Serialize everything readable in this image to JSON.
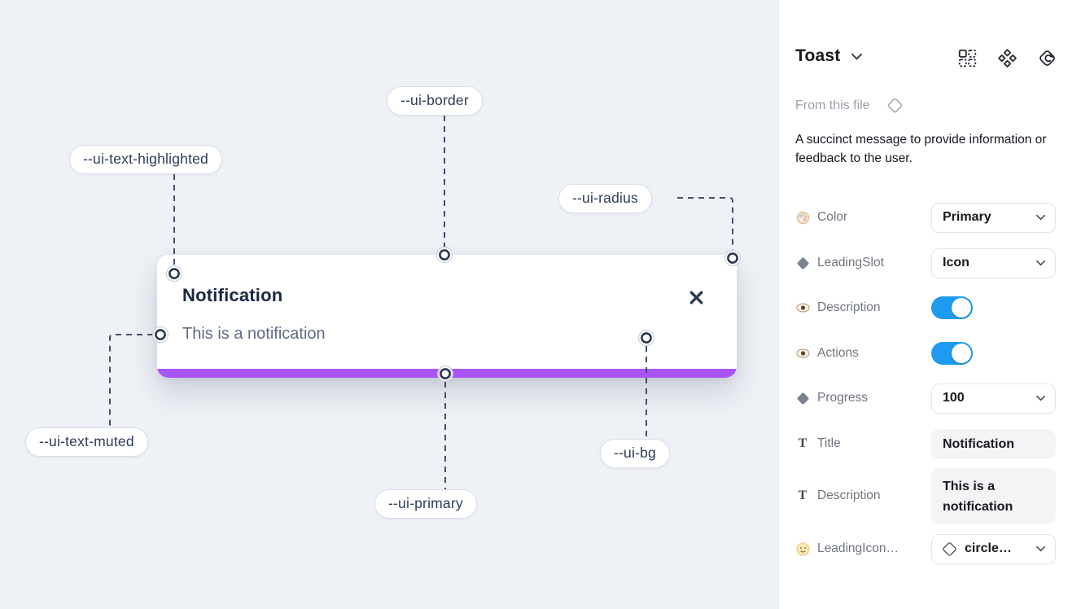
{
  "colors": {
    "accent": "#1e9bf0",
    "primary": "#a855f7",
    "canvas_bg": "#eef1f6",
    "muted_text": "#5f6d87"
  },
  "canvas": {
    "toast": {
      "title": "Notification",
      "description": "This is a notification"
    },
    "annotations": [
      {
        "label": "--ui-text-highlighted"
      },
      {
        "label": "--ui-border"
      },
      {
        "label": "--ui-radius"
      },
      {
        "label": "--ui-text-muted"
      },
      {
        "label": "--ui-primary"
      },
      {
        "label": "--ui-bg"
      }
    ]
  },
  "panel": {
    "title": "Toast",
    "source_label": "From this file",
    "description": "A succinct message to provide information or feedback to the user.",
    "text_icon_glyph": "T",
    "properties": [
      {
        "icon": "palette-icon",
        "label": "Color",
        "control": "select",
        "value": "Primary"
      },
      {
        "icon": "diamond-icon",
        "label": "LeadingSlot",
        "control": "select",
        "value": "Icon"
      },
      {
        "icon": "eye-icon",
        "label": "Description",
        "control": "toggle",
        "value": "on"
      },
      {
        "icon": "eye-icon",
        "label": "Actions",
        "control": "toggle",
        "value": "on"
      },
      {
        "icon": "diamond-icon",
        "label": "Progress",
        "control": "select",
        "value": "100"
      },
      {
        "icon": "text-icon",
        "label": "Title",
        "control": "text-field",
        "value": "Notification"
      },
      {
        "icon": "text-icon",
        "label": "Description",
        "control": "text-field",
        "value": "This is a notification"
      },
      {
        "icon": "smiley-icon",
        "label": "LeadingIcon…",
        "control": "select",
        "value": "circle…",
        "value_icon": "diamond-outline-icon"
      }
    ]
  }
}
